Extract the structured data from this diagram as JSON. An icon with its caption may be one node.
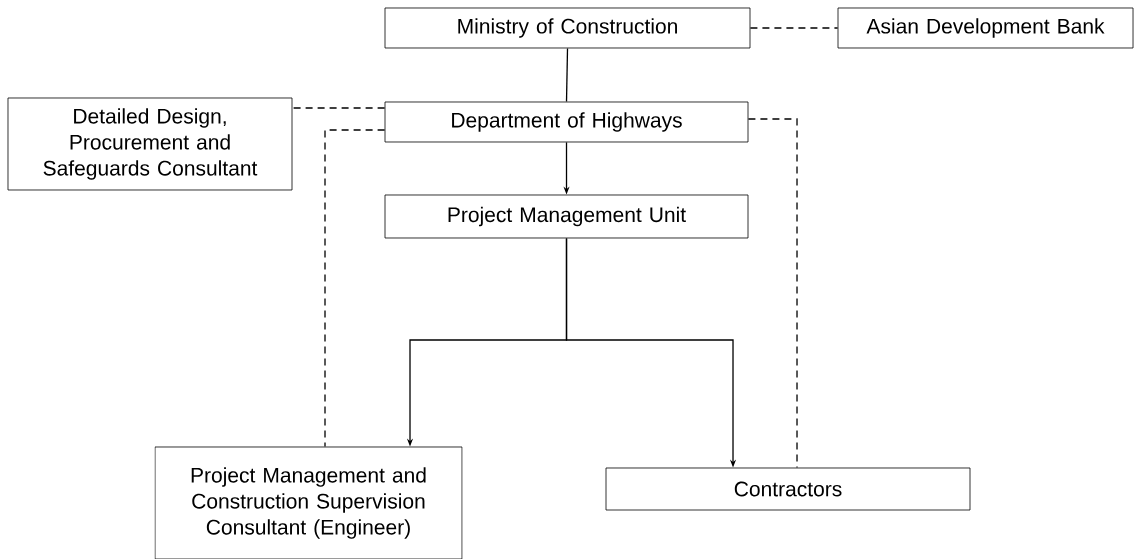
{
  "diagram": {
    "nodes": [
      {
        "text": [
          "Ministry of Construction"
        ]
      },
      {
        "text": [
          "Asian Development Bank"
        ]
      },
      {
        "text": [
          "Department of Highways"
        ]
      },
      {
        "text": [
          "Detailed Design, Procurement and Safeguards Consultant"
        ]
      },
      {
        "text": [
          "Project Management Unit"
        ]
      },
      {
        "text": [
          "Project Management and Construction Supervision Consultant (Engineer)"
        ]
      },
      {
        "text": [
          "Contractors"
        ]
      }
    ],
    "edges": [
      {
        "from": 0,
        "to": 1,
        "arrow": "none",
        "style": "dashed"
      },
      {
        "from": 0,
        "to": 2,
        "arrow": "none"
      },
      {
        "from": 2,
        "to": 3,
        "arrow": "none",
        "style": "dashed"
      },
      {
        "from": 2,
        "to": 4,
        "arrow": "to"
      },
      {
        "from": 4,
        "to": 5,
        "arrow": "to"
      },
      {
        "from": 4,
        "to": 6,
        "arrow": "to"
      },
      {
        "from": 2,
        "to": 5,
        "arrow": "none",
        "style": "dashed"
      },
      {
        "from": 2,
        "to": 6,
        "arrow": "none",
        "style": "dashed"
      }
    ]
  }
}
